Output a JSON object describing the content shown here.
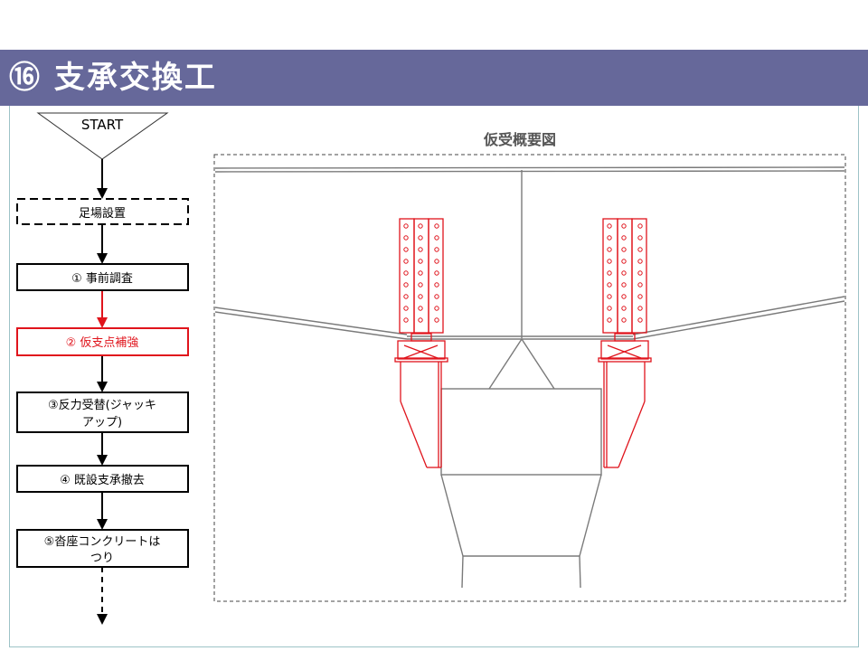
{
  "title": "⑯ 支承交換工",
  "diagram_title": "仮受概要図",
  "colors": {
    "title_bg": "#66689a",
    "highlight": "#e0141c",
    "frame": "#9dc3c7"
  },
  "flow": {
    "start": "START",
    "steps": [
      {
        "label": "足場設置",
        "style": "dashed"
      },
      {
        "label": "①  事前調査",
        "style": "normal"
      },
      {
        "label": "②  仮支点補強",
        "style": "highlight"
      },
      {
        "lines": [
          "③反力受替(ジャッキ",
          "アップ)"
        ],
        "style": "normal"
      },
      {
        "label": "④  既設支承撤去",
        "style": "normal"
      },
      {
        "lines": [
          "⑤沓座コンクリートは",
          "つり"
        ],
        "style": "normal"
      }
    ]
  }
}
